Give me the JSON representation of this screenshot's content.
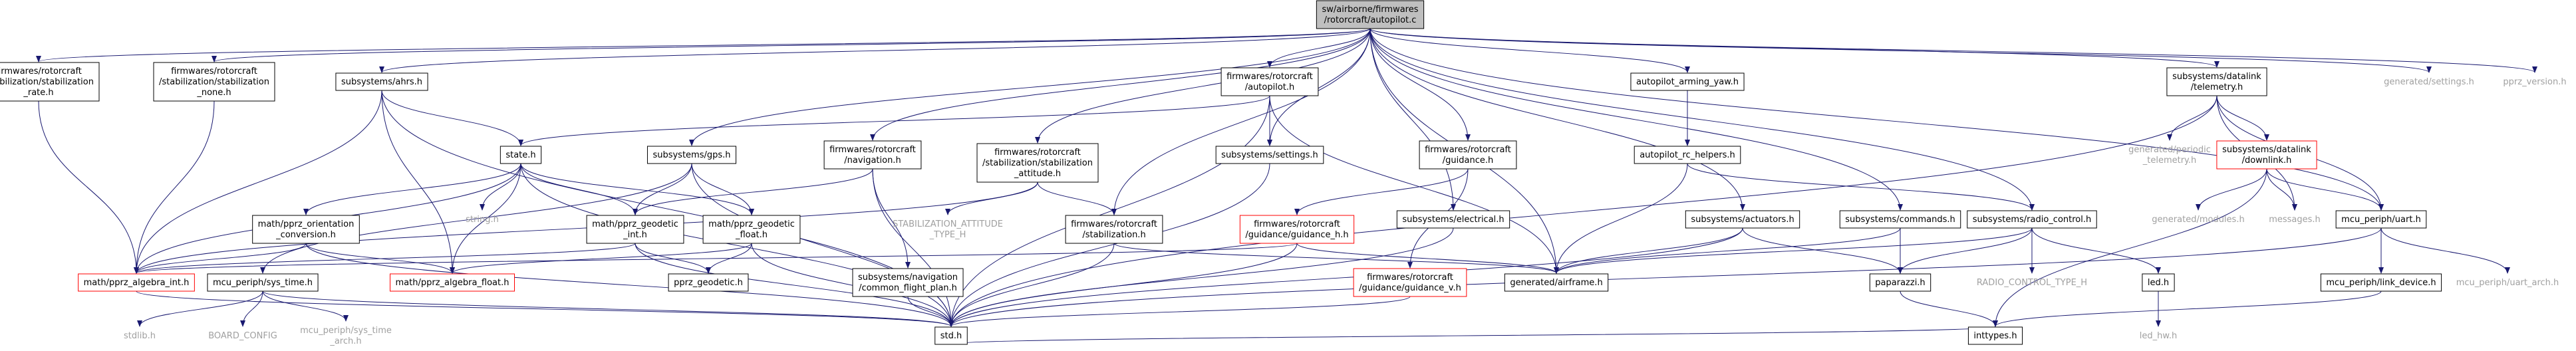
{
  "diagram": {
    "colors": {
      "background": "#ffffff",
      "box_border": "#000000",
      "root_fill": "#bfbfbf",
      "red_border": "#ff0000",
      "gray_text": "#a0a0a0",
      "edge": "#191970"
    },
    "nodes": [
      {
        "id": "autopilot_c",
        "kind": "root",
        "lines": [
          "sw/airborne/firmwares",
          "/rotorcraft/autopilot.c"
        ]
      },
      {
        "id": "stab_rate",
        "kind": "box",
        "lines": [
          "firmwares/rotorcraft",
          "/stabilization/stabilization",
          "_rate.h"
        ]
      },
      {
        "id": "stab_none",
        "kind": "box",
        "lines": [
          "firmwares/rotorcraft",
          "/stabilization/stabilization",
          "_none.h"
        ]
      },
      {
        "id": "ahrs",
        "kind": "box",
        "lines": [
          "subsystems/ahrs.h"
        ]
      },
      {
        "id": "fw_autopilot_h",
        "kind": "box",
        "lines": [
          "firmwares/rotorcraft",
          "/autopilot.h"
        ]
      },
      {
        "id": "arming_yaw",
        "kind": "box",
        "lines": [
          "autopilot_arming_yaw.h"
        ]
      },
      {
        "id": "dl_telemetry",
        "kind": "box",
        "lines": [
          "subsystems/datalink",
          "/telemetry.h"
        ]
      },
      {
        "id": "gen_settings",
        "kind": "plain",
        "lines": [
          "generated/settings.h"
        ]
      },
      {
        "id": "pprz_version",
        "kind": "plain",
        "lines": [
          "pprz_version.h"
        ]
      },
      {
        "id": "state_h",
        "kind": "box",
        "lines": [
          "state.h"
        ]
      },
      {
        "id": "gps",
        "kind": "box",
        "lines": [
          "subsystems/gps.h"
        ]
      },
      {
        "id": "navigation",
        "kind": "box",
        "lines": [
          "firmwares/rotorcraft",
          "/navigation.h"
        ]
      },
      {
        "id": "stab_attitude",
        "kind": "box",
        "lines": [
          "firmwares/rotorcraft",
          "/stabilization/stabilization",
          "_attitude.h"
        ]
      },
      {
        "id": "settings",
        "kind": "box",
        "lines": [
          "subsystems/settings.h"
        ]
      },
      {
        "id": "guidance",
        "kind": "box",
        "lines": [
          "firmwares/rotorcraft",
          "/guidance.h"
        ]
      },
      {
        "id": "rc_helpers",
        "kind": "box",
        "lines": [
          "autopilot_rc_helpers.h"
        ]
      },
      {
        "id": "gen_periodic",
        "kind": "plain",
        "lines": [
          "generated/periodic",
          "_telemetry.h"
        ]
      },
      {
        "id": "dl_downlink",
        "kind": "red",
        "lines": [
          "subsystems/datalink",
          "/downlink.h"
        ]
      },
      {
        "id": "orientation",
        "kind": "box",
        "lines": [
          "math/pprz_orientation",
          "_conversion.h"
        ]
      },
      {
        "id": "string_h",
        "kind": "plain",
        "lines": [
          "string.h"
        ]
      },
      {
        "id": "geo_int",
        "kind": "box",
        "lines": [
          "math/pprz_geodetic",
          "_int.h"
        ]
      },
      {
        "id": "geo_float",
        "kind": "box",
        "lines": [
          "math/pprz_geodetic",
          "_float.h"
        ]
      },
      {
        "id": "stab_att_type",
        "kind": "plain",
        "lines": [
          "STABILIZATION_ATTITUDE",
          "_TYPE_H"
        ]
      },
      {
        "id": "stabilization",
        "kind": "box",
        "lines": [
          "firmwares/rotorcraft",
          "/stabilization.h"
        ]
      },
      {
        "id": "guidance_h",
        "kind": "red",
        "lines": [
          "firmwares/rotorcraft",
          "/guidance/guidance_h.h"
        ]
      },
      {
        "id": "electrical",
        "kind": "box",
        "lines": [
          "subsystems/electrical.h"
        ]
      },
      {
        "id": "actuators",
        "kind": "box",
        "lines": [
          "subsystems/actuators.h"
        ]
      },
      {
        "id": "commands",
        "kind": "box",
        "lines": [
          "subsystems/commands.h"
        ]
      },
      {
        "id": "radio_control",
        "kind": "box",
        "lines": [
          "subsystems/radio_control.h"
        ]
      },
      {
        "id": "gen_modules",
        "kind": "plain",
        "lines": [
          "generated/modules.h"
        ]
      },
      {
        "id": "messages",
        "kind": "plain",
        "lines": [
          "messages.h"
        ]
      },
      {
        "id": "uart",
        "kind": "box",
        "lines": [
          "mcu_periph/uart.h"
        ]
      },
      {
        "id": "algebra_int",
        "kind": "red",
        "lines": [
          "math/pprz_algebra_int.h"
        ]
      },
      {
        "id": "sys_time",
        "kind": "box",
        "lines": [
          "mcu_periph/sys_time.h"
        ]
      },
      {
        "id": "algebra_float",
        "kind": "red",
        "lines": [
          "math/pprz_algebra_float.h"
        ]
      },
      {
        "id": "pprz_geodetic",
        "kind": "box",
        "lines": [
          "pprz_geodetic.h"
        ]
      },
      {
        "id": "common_flight_plan",
        "kind": "box",
        "lines": [
          "subsystems/navigation",
          "/common_flight_plan.h"
        ]
      },
      {
        "id": "gen_airframe",
        "kind": "box",
        "lines": [
          "generated/airframe.h"
        ]
      },
      {
        "id": "guidance_v",
        "kind": "red",
        "lines": [
          "firmwares/rotorcraft",
          "/guidance/guidance_v.h"
        ]
      },
      {
        "id": "paparazzi",
        "kind": "box",
        "lines": [
          "paparazzi.h"
        ]
      },
      {
        "id": "rc_type",
        "kind": "plain",
        "lines": [
          "RADIO_CONTROL_TYPE_H"
        ]
      },
      {
        "id": "led",
        "kind": "box",
        "lines": [
          "led.h"
        ]
      },
      {
        "id": "link_device",
        "kind": "box",
        "lines": [
          "mcu_periph/link_device.h"
        ]
      },
      {
        "id": "uart_arch",
        "kind": "plain",
        "lines": [
          "mcu_periph/uart_arch.h"
        ]
      },
      {
        "id": "stdlib",
        "kind": "plain",
        "lines": [
          "stdlib.h"
        ]
      },
      {
        "id": "board_config",
        "kind": "plain",
        "lines": [
          "BOARD_CONFIG"
        ]
      },
      {
        "id": "sys_time_arch",
        "kind": "plain",
        "lines": [
          "mcu_periph/sys_time",
          "_arch.h"
        ]
      },
      {
        "id": "std_h",
        "kind": "box",
        "lines": [
          "std.h"
        ]
      },
      {
        "id": "inttypes",
        "kind": "box",
        "lines": [
          "inttypes.h"
        ]
      },
      {
        "id": "led_hw",
        "kind": "plain",
        "lines": [
          "led_hw.h"
        ]
      }
    ],
    "edges": [
      [
        "autopilot_c",
        "stab_rate"
      ],
      [
        "autopilot_c",
        "stab_none"
      ],
      [
        "autopilot_c",
        "ahrs"
      ],
      [
        "autopilot_c",
        "fw_autopilot_h"
      ],
      [
        "autopilot_c",
        "arming_yaw"
      ],
      [
        "autopilot_c",
        "dl_telemetry"
      ],
      [
        "autopilot_c",
        "gen_settings"
      ],
      [
        "autopilot_c",
        "pprz_version"
      ],
      [
        "autopilot_c",
        "gps"
      ],
      [
        "autopilot_c",
        "navigation"
      ],
      [
        "autopilot_c",
        "stab_attitude"
      ],
      [
        "autopilot_c",
        "settings"
      ],
      [
        "autopilot_c",
        "guidance"
      ],
      [
        "autopilot_c",
        "stabilization"
      ],
      [
        "autopilot_c",
        "electrical"
      ],
      [
        "autopilot_c",
        "actuators"
      ],
      [
        "autopilot_c",
        "commands"
      ],
      [
        "autopilot_c",
        "radio_control"
      ],
      [
        "autopilot_c",
        "uart"
      ],
      [
        "autopilot_c",
        "gen_airframe"
      ],
      [
        "stab_rate",
        "algebra_int"
      ],
      [
        "stab_none",
        "algebra_int"
      ],
      [
        "ahrs",
        "state_h"
      ],
      [
        "ahrs",
        "algebra_int"
      ],
      [
        "ahrs",
        "algebra_float"
      ],
      [
        "ahrs",
        "std_h"
      ],
      [
        "fw_autopilot_h",
        "state_h"
      ],
      [
        "fw_autopilot_h",
        "settings"
      ],
      [
        "fw_autopilot_h",
        "std_h"
      ],
      [
        "fw_autopilot_h",
        "gen_airframe"
      ],
      [
        "arming_yaw",
        "rc_helpers"
      ],
      [
        "dl_telemetry",
        "gen_periodic"
      ],
      [
        "dl_telemetry",
        "dl_downlink"
      ],
      [
        "dl_telemetry",
        "messages"
      ],
      [
        "dl_telemetry",
        "uart"
      ],
      [
        "dl_telemetry",
        "std_h"
      ],
      [
        "state_h",
        "orientation"
      ],
      [
        "state_h",
        "string_h"
      ],
      [
        "state_h",
        "geo_int"
      ],
      [
        "state_h",
        "geo_float"
      ],
      [
        "state_h",
        "algebra_int"
      ],
      [
        "state_h",
        "algebra_float"
      ],
      [
        "state_h",
        "std_h"
      ],
      [
        "gps",
        "geo_int"
      ],
      [
        "gps",
        "geo_float"
      ],
      [
        "gps",
        "sys_time"
      ],
      [
        "gps",
        "std_h"
      ],
      [
        "navigation",
        "geo_int"
      ],
      [
        "navigation",
        "common_flight_plan"
      ],
      [
        "navigation",
        "std_h"
      ],
      [
        "stab_attitude",
        "stab_att_type"
      ],
      [
        "stab_attitude",
        "stabilization"
      ],
      [
        "stab_attitude",
        "algebra_int"
      ],
      [
        "settings",
        "std_h"
      ],
      [
        "guidance",
        "guidance_h"
      ],
      [
        "guidance",
        "guidance_v"
      ],
      [
        "rc_helpers",
        "radio_control"
      ],
      [
        "rc_helpers",
        "gen_airframe"
      ],
      [
        "dl_downlink",
        "gen_modules"
      ],
      [
        "dl_downlink",
        "messages"
      ],
      [
        "dl_downlink",
        "uart"
      ],
      [
        "dl_downlink",
        "inttypes"
      ],
      [
        "orientation",
        "algebra_int"
      ],
      [
        "orientation",
        "algebra_float"
      ],
      [
        "orientation",
        "std_h"
      ],
      [
        "geo_int",
        "pprz_geodetic"
      ],
      [
        "geo_int",
        "algebra_int"
      ],
      [
        "geo_int",
        "std_h"
      ],
      [
        "geo_float",
        "pprz_geodetic"
      ],
      [
        "geo_float",
        "algebra_float"
      ],
      [
        "geo_float",
        "std_h"
      ],
      [
        "stabilization",
        "gen_airframe"
      ],
      [
        "stabilization",
        "std_h"
      ],
      [
        "guidance_h",
        "gen_airframe"
      ],
      [
        "guidance_h",
        "algebra_int"
      ],
      [
        "guidance_h",
        "std_h"
      ],
      [
        "electrical",
        "std_h"
      ],
      [
        "actuators",
        "paparazzi"
      ],
      [
        "actuators",
        "gen_airframe"
      ],
      [
        "actuators",
        "std_h"
      ],
      [
        "commands",
        "paparazzi"
      ],
      [
        "commands",
        "gen_airframe"
      ],
      [
        "radio_control",
        "gen_airframe"
      ],
      [
        "radio_control",
        "paparazzi"
      ],
      [
        "radio_control",
        "rc_type"
      ],
      [
        "radio_control",
        "led"
      ],
      [
        "uart",
        "link_device"
      ],
      [
        "uart",
        "uart_arch"
      ],
      [
        "uart",
        "std_h"
      ],
      [
        "sys_time",
        "stdlib"
      ],
      [
        "sys_time",
        "board_config"
      ],
      [
        "sys_time",
        "sys_time_arch"
      ],
      [
        "sys_time",
        "std_h"
      ],
      [
        "algebra_int",
        "std_h"
      ],
      [
        "common_flight_plan",
        "std_h"
      ],
      [
        "guidance_v",
        "std_h"
      ],
      [
        "paparazzi",
        "inttypes"
      ],
      [
        "led",
        "led_hw"
      ],
      [
        "link_device",
        "inttypes"
      ],
      [
        "std_h",
        "inttypes"
      ]
    ]
  }
}
